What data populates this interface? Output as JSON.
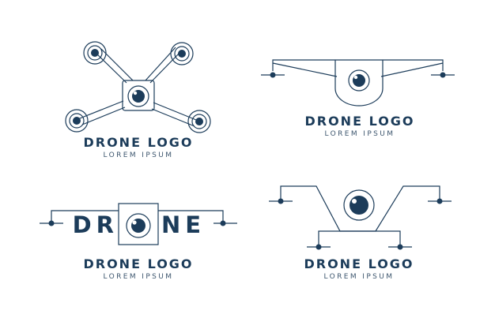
{
  "colors": {
    "primary": "#1c3c5a",
    "secondary": "#3d566e"
  },
  "logos": [
    {
      "title": "DRONE LOGO",
      "subtitle": "LOREM IPSUM",
      "icon": "quadcopter-drone-icon"
    },
    {
      "title": "DRONE LOGO",
      "subtitle": "LOREM IPSUM",
      "icon": "camera-drone-wing-icon"
    },
    {
      "word_left": "DR",
      "word_right": "NE",
      "title": "DRONE LOGO",
      "subtitle": "LOREM IPSUM",
      "icon": "camera-lens-o-icon"
    },
    {
      "title": "DRONE LOGO",
      "subtitle": "LOREM IPSUM",
      "icon": "camera-drone-v-icon"
    }
  ]
}
